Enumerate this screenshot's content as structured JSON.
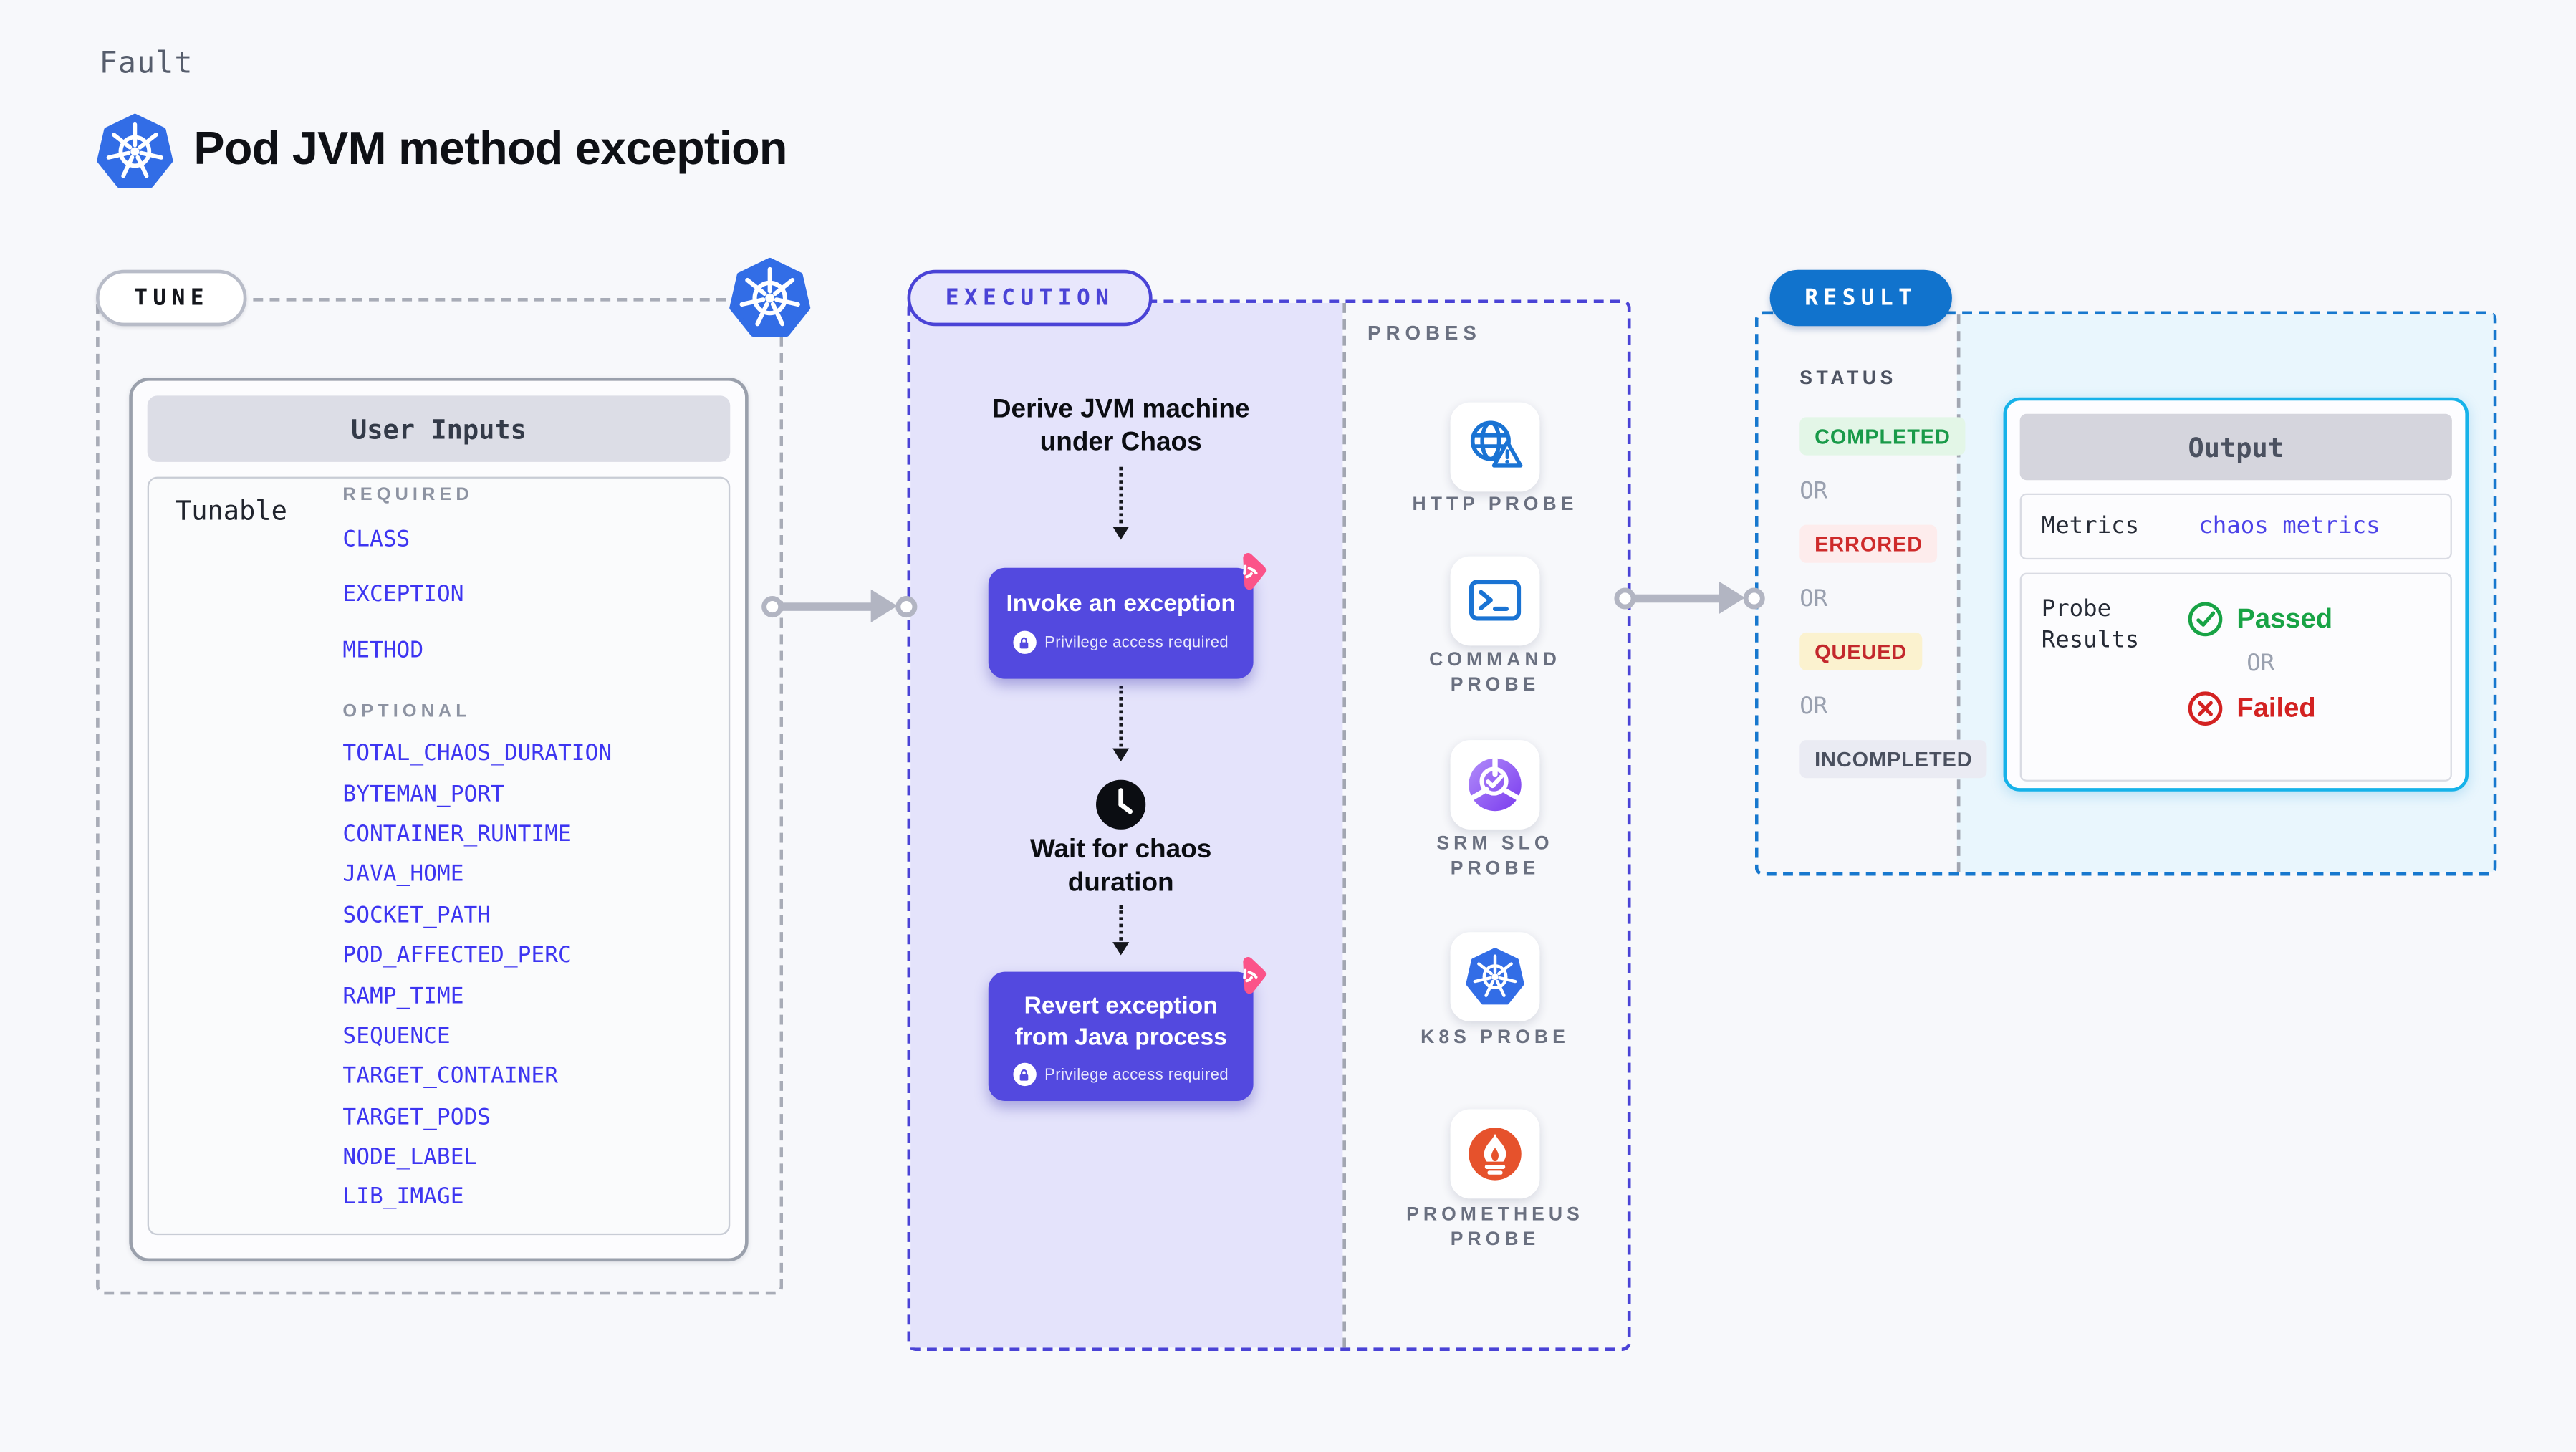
{
  "page": {
    "kicker": "Fault",
    "title": "Pod JVM method exception"
  },
  "tune": {
    "label": "TUNE",
    "card_title": "User Inputs",
    "row_label": "Tunable",
    "required_heading": "REQUIRED",
    "required_items": [
      "CLASS",
      "EXCEPTION",
      "METHOD"
    ],
    "optional_heading": "OPTIONAL",
    "optional_items": [
      "TOTAL_CHAOS_DURATION",
      "BYTEMAN_PORT",
      "CONTAINER_RUNTIME",
      "JAVA_HOME",
      "SOCKET_PATH",
      "POD_AFFECTED_PERC",
      "RAMP_TIME",
      "SEQUENCE",
      "TARGET_CONTAINER",
      "TARGET_PODS",
      "NODE_LABEL",
      "LIB_IMAGE"
    ]
  },
  "execution": {
    "label": "EXECUTION",
    "derive_line1": "Derive JVM machine",
    "derive_line2": "under Chaos",
    "invoke_title": "Invoke an exception",
    "privilege_note": "Privilege access required",
    "wait_line1": "Wait for chaos",
    "wait_line2": "duration",
    "revert_line1": "Revert exception",
    "revert_line2": "from Java process"
  },
  "probes": {
    "label": "PROBES",
    "items": [
      {
        "name": "HTTP PROBE",
        "icon": "globe-warning-icon"
      },
      {
        "name": "COMMAND PROBE",
        "icon": "terminal-icon"
      },
      {
        "name": "SRM SLO PROBE",
        "icon": "slo-gauge-icon"
      },
      {
        "name": "K8S PROBE",
        "icon": "kubernetes-icon"
      },
      {
        "name": "PROMETHEUS PROBE",
        "icon": "prometheus-flame-icon"
      }
    ]
  },
  "result": {
    "label": "RESULT",
    "status_heading": "STATUS",
    "or_label": "OR",
    "statuses": [
      {
        "text": "COMPLETED",
        "type": "completed"
      },
      {
        "text": "ERRORED",
        "type": "errored"
      },
      {
        "text": "QUEUED",
        "type": "queued"
      },
      {
        "text": "INCOMPLETED",
        "type": "incompleted"
      }
    ],
    "output": {
      "title": "Output",
      "metrics_label": "Metrics",
      "metrics_value": "chaos metrics",
      "probe_results_label": "Probe Results",
      "passed_label": "Passed",
      "failed_label": "Failed"
    }
  },
  "colors": {
    "execution_accent": "#4a43d6",
    "result_accent": "#1173cd",
    "output_border": "#16b2e9",
    "tunable_blue": "#3d35f1",
    "step_purple": "#5349df",
    "chaos_pink": "#fb5389",
    "passed_green": "#18a345",
    "failed_red": "#d32222",
    "kubernetes_blue": "#326de6",
    "prometheus_orange": "#e6522c"
  }
}
